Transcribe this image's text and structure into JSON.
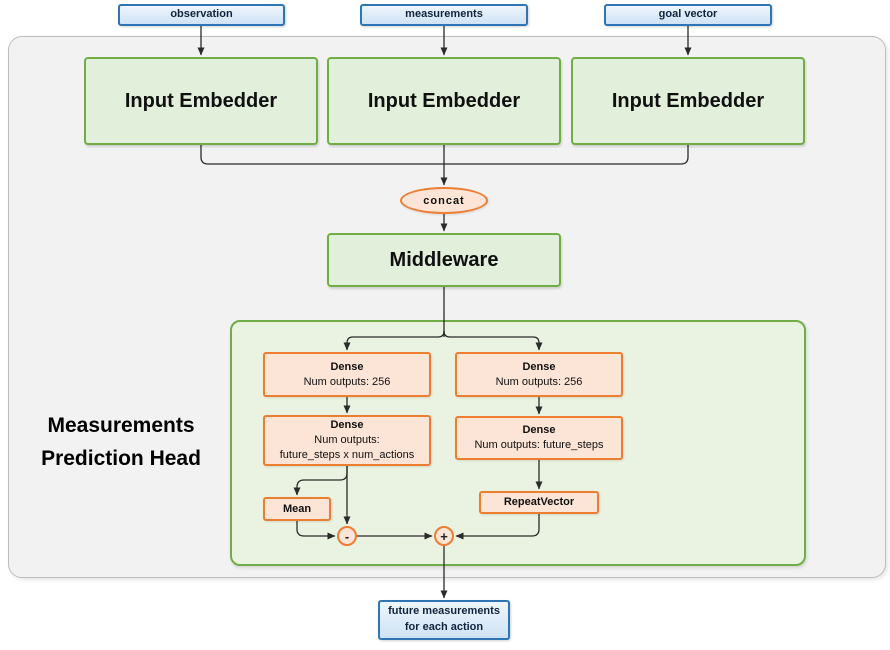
{
  "colors": {
    "blue_border": "#2e75b6",
    "blue_fill": "#d9e8f6",
    "green_border": "#70ad47",
    "green_fill": "#e2efda",
    "green_container_fill": "#eaf3e2",
    "orange_border": "#ed7d31",
    "orange_fill": "#fce4d6",
    "gray_fill": "#f2f2f2",
    "gray_border": "#bdbdbd"
  },
  "inputs": [
    {
      "label": "observation"
    },
    {
      "label": "measurements"
    },
    {
      "label": "goal vector"
    }
  ],
  "embedders": [
    {
      "label": "Input Embedder"
    },
    {
      "label": "Input Embedder"
    },
    {
      "label": "Input Embedder"
    }
  ],
  "concat": {
    "label": "concat"
  },
  "middleware": {
    "label": "Middleware"
  },
  "head": {
    "label_line1": "Measurements",
    "label_line2": "Prediction Head",
    "left_branch": {
      "dense1": {
        "title": "Dense",
        "subtitle": "Num outputs: 256"
      },
      "dense2": {
        "title": "Dense",
        "subtitle1": "Num outputs:",
        "subtitle2": "future_steps x num_actions"
      },
      "mean": {
        "label": "Mean"
      },
      "minus": {
        "label": "-"
      }
    },
    "right_branch": {
      "dense1": {
        "title": "Dense",
        "subtitle": "Num outputs: 256"
      },
      "dense2": {
        "title": "Dense",
        "subtitle": "Num outputs: future_steps"
      },
      "repeat_vector": {
        "label": "RepeatVector"
      },
      "plus": {
        "label": "+"
      }
    }
  },
  "output": {
    "label_line1": "future measurements",
    "label_line2": "for each action"
  }
}
